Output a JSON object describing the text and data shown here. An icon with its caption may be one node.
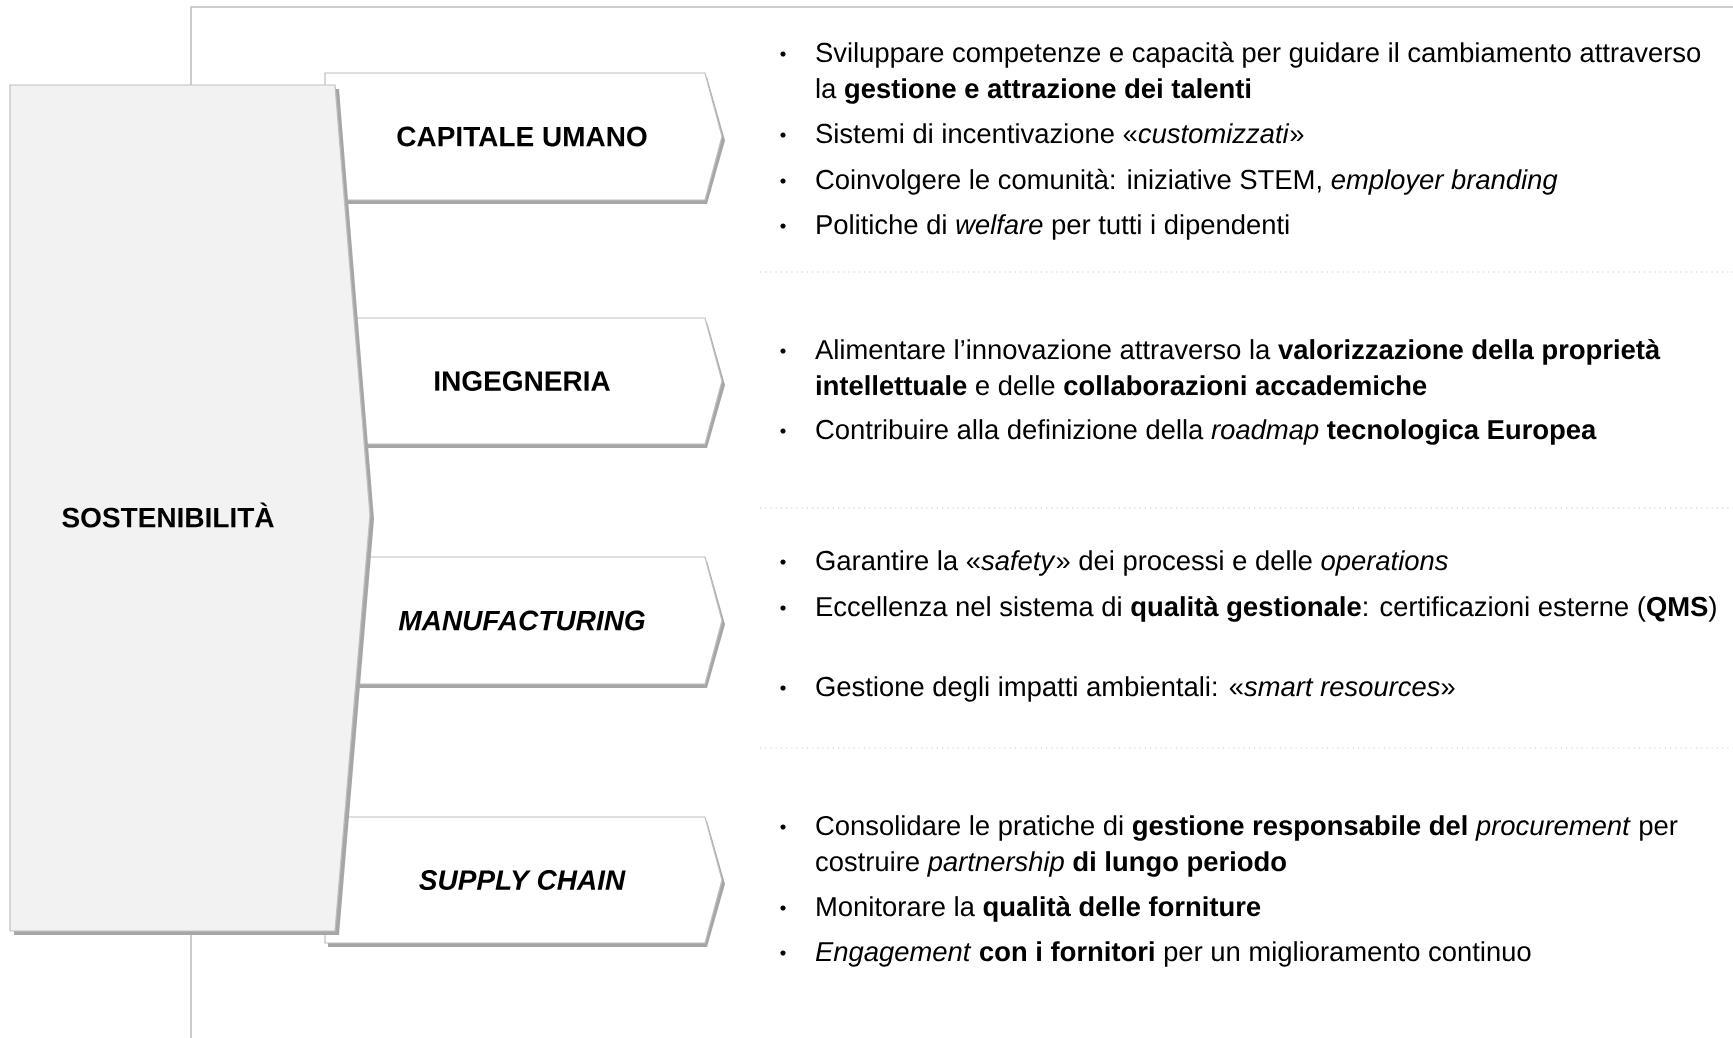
{
  "diagram": {
    "nodes": [
      {
        "text": [
          "SOSTENIBILITÀ"
        ]
      },
      {
        "text": [
          "CAPITALE UMANO"
        ]
      },
      {
        "text": [
          "INGEGNERIA"
        ]
      },
      {
        "text": [
          "MANUFACTURING"
        ]
      },
      {
        "text": [
          "SUPPLY CHAIN"
        ]
      }
    ],
    "labels": [
      "Sviluppare competenze e capacità per guidare il cambiamento attraverso la **gestione e attrazione dei talenti**",
      "Sistemi di incentivazione «*customizzati*»",
      "Coinvolgere le comunità: iniziative STEM, *employer branding*",
      "Politiche di *welfare* per tutti i dipendenti",
      "Alimentare l’innovazione attraverso la **valorizzazione della proprietà intellettuale** e delle **collaborazioni accademiche**",
      "Contribuire alla definizione della *roadmap* **tecnologica Europea**",
      "Garantire la «*safety*» dei processi e delle *operations*",
      "Eccellenza nel sistema di **qualità gestionale**: certificazioni esterne (**QMS**)",
      "Gestione degli impatti ambientali: «*smart resources*»",
      "Consolidare le pratiche di **gestione responsabile del** *procurement* per costruire *partnership* **di lungo periodo**",
      "Monitorare la **qualità delle forniture**",
      "*Engagement* **con i fornitori** per un miglioramento continuo"
    ]
  }
}
